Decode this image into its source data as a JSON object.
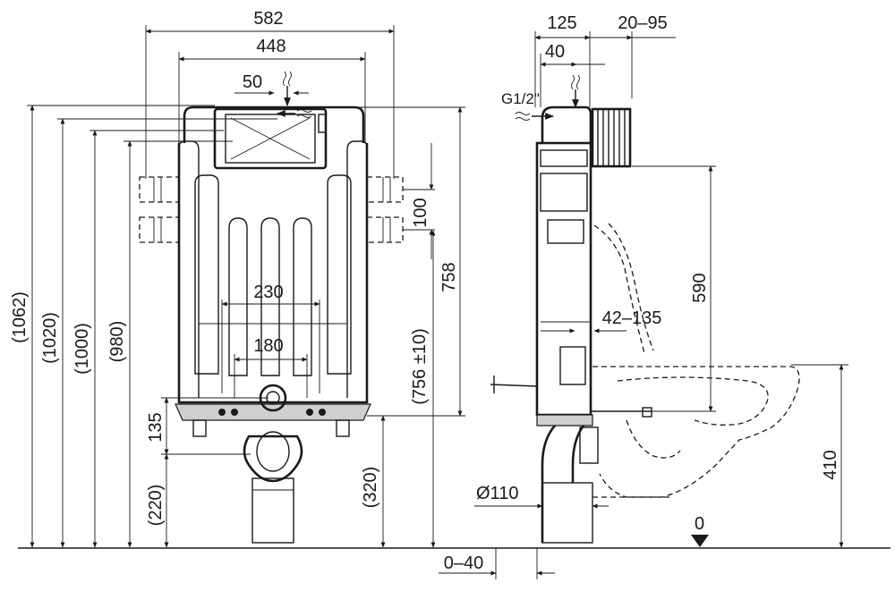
{
  "front_view": {
    "width_total": "582",
    "width_frame": "448",
    "inlet_offset": "50",
    "spacing_230": "230",
    "spacing_180": "180",
    "fixing_spacing": "100",
    "height_1062": "(1062)",
    "height_1020": "(1020)",
    "height_1000": "(1000)",
    "height_980": "(980)",
    "bottom_135": "135",
    "bottom_220": "(220)",
    "bottom_320": "(320)",
    "height_756": "(756 ±10)",
    "height_758": "758"
  },
  "side_view": {
    "depth_125": "125",
    "depth_adjust": "20–95",
    "inlet_40": "40",
    "thread": "G1/2\"",
    "wall_adjust": "42–135",
    "height_590": "590",
    "height_410": "410",
    "pipe_diameter": "Ø110",
    "floor_adjust": "0–40",
    "floor_zero": "0"
  }
}
